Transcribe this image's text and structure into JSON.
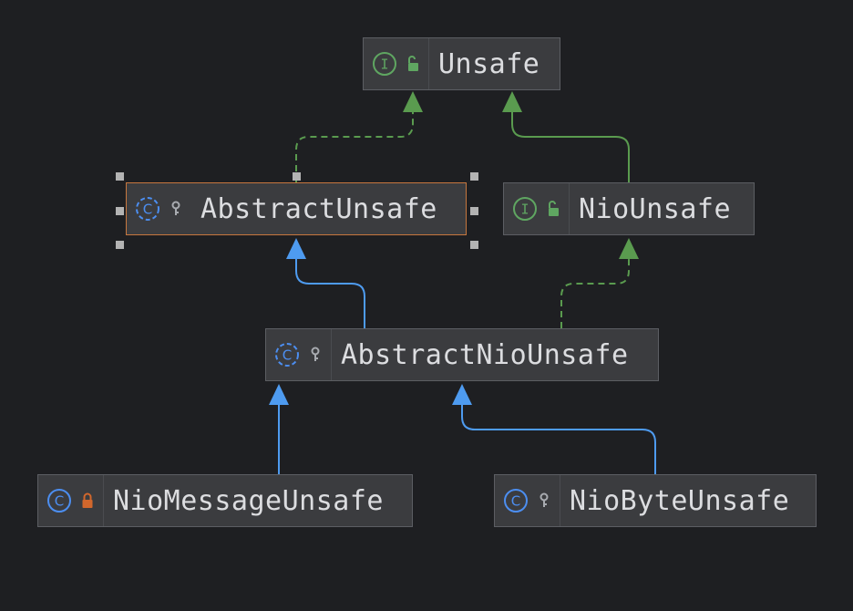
{
  "diagram": {
    "nodes": [
      {
        "id": "unsafe",
        "label": "Unsafe",
        "kind": "interface",
        "modifier": "public",
        "kind_icon": "interface-icon",
        "modifier_icon": "public-unlock-icon"
      },
      {
        "id": "abstract_unsafe",
        "label": "AbstractUnsafe",
        "kind": "abstract-class",
        "modifier": "package-private",
        "selected": true,
        "kind_icon": "abstract-class-icon",
        "modifier_icon": "package-private-key-icon"
      },
      {
        "id": "nio_unsafe",
        "label": "NioUnsafe",
        "kind": "interface",
        "modifier": "public",
        "kind_icon": "interface-icon",
        "modifier_icon": "public-unlock-icon"
      },
      {
        "id": "abstract_nio_unsafe",
        "label": "AbstractNioUnsafe",
        "kind": "abstract-class",
        "modifier": "package-private",
        "kind_icon": "abstract-class-icon",
        "modifier_icon": "package-private-key-icon"
      },
      {
        "id": "nio_message_unsafe",
        "label": "NioMessageUnsafe",
        "kind": "class",
        "modifier": "private",
        "kind_icon": "class-icon",
        "modifier_icon": "private-lock-icon"
      },
      {
        "id": "nio_byte_unsafe",
        "label": "NioByteUnsafe",
        "kind": "class",
        "modifier": "package-private",
        "kind_icon": "class-icon",
        "modifier_icon": "package-private-key-icon"
      }
    ],
    "edges": [
      {
        "from": "abstract_unsafe",
        "to": "unsafe",
        "relation": "implements"
      },
      {
        "from": "nio_unsafe",
        "to": "unsafe",
        "relation": "extends-interface"
      },
      {
        "from": "abstract_nio_unsafe",
        "to": "abstract_unsafe",
        "relation": "extends"
      },
      {
        "from": "abstract_nio_unsafe",
        "to": "nio_unsafe",
        "relation": "implements"
      },
      {
        "from": "nio_message_unsafe",
        "to": "abstract_nio_unsafe",
        "relation": "extends"
      },
      {
        "from": "nio_byte_unsafe",
        "to": "abstract_nio_unsafe",
        "relation": "extends"
      }
    ]
  },
  "colors": {
    "background": "#1e1f22",
    "node_fill": "#3b3c3f",
    "node_border": "#5c5e63",
    "selected_border": "#c7773e",
    "label_text": "#dcdde0",
    "extends_edge": "#4e9bf0",
    "implements_edge": "#5a9b4f",
    "interface_icon": "#5fa661",
    "class_icon": "#4c8ef0",
    "private_lock": "#d2672c",
    "package_key": "#a8abb0",
    "selection_handle": "#b3b3b3"
  }
}
